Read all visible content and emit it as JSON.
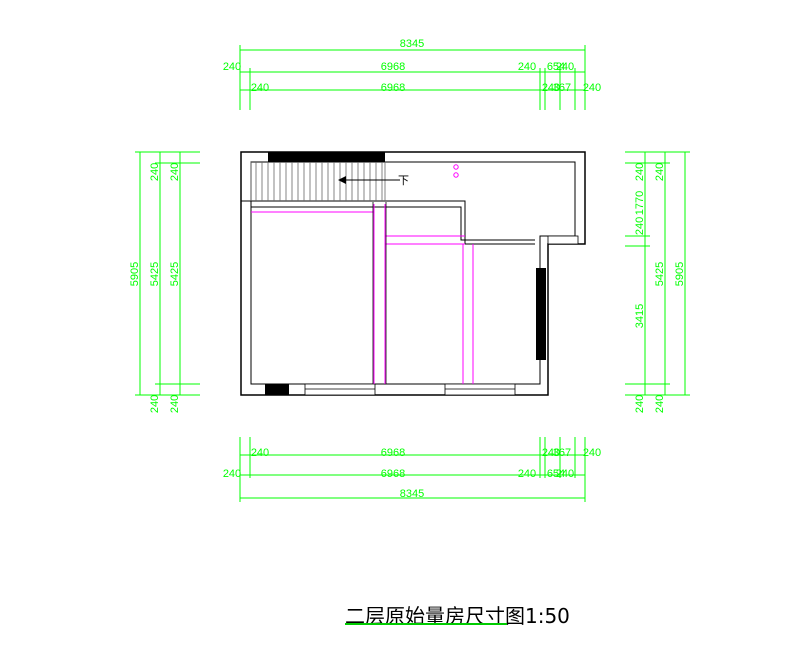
{
  "colors": {
    "dimension": "#00ff00",
    "wall": "#000000",
    "partition": "#ff00ff",
    "title_underline": "#00cc00"
  },
  "dimensions": {
    "top": {
      "total": "8345",
      "row2": [
        "240",
        "6968",
        "240",
        "654",
        "240"
      ],
      "row3": [
        "240",
        "6968",
        "240",
        "367",
        "240"
      ]
    },
    "bottom": {
      "row1": [
        "240",
        "6968",
        "240",
        "367",
        "240"
      ],
      "row2": [
        "240",
        "6968",
        "240",
        "654",
        "240"
      ],
      "total": "8345"
    },
    "left": {
      "total": "5905",
      "col2": [
        "240",
        "5425",
        "240"
      ],
      "col3": [
        "240",
        "5425",
        "240"
      ]
    },
    "right": {
      "col1": [
        "240",
        "1770",
        "240",
        "3415",
        "240"
      ],
      "col2": [
        "240",
        "5425",
        "240"
      ],
      "total": "5905"
    }
  },
  "stair_label": "下",
  "title": "二层原始量房尺寸图1:50"
}
